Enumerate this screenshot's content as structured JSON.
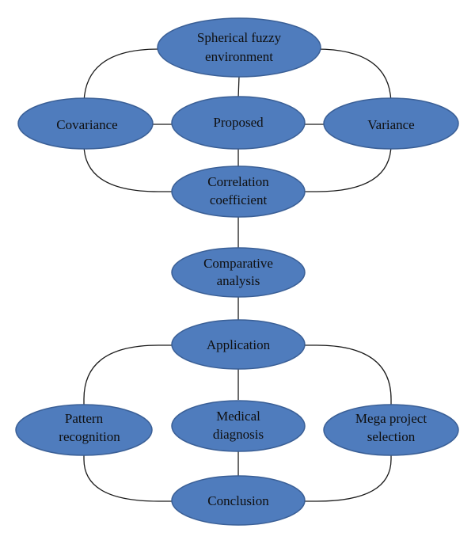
{
  "nodes": {
    "spherical_fuzzy": {
      "line1": "Spherical fuzzy",
      "line2": "environment"
    },
    "covariance": {
      "line1": "Covariance"
    },
    "proposed": {
      "line1": "Proposed"
    },
    "variance": {
      "line1": "Variance"
    },
    "correlation": {
      "line1": "Correlation",
      "line2": "coefficient"
    },
    "comparative": {
      "line1": "Comparative",
      "line2": "analysis"
    },
    "application": {
      "line1": "Application"
    },
    "pattern": {
      "line1": "Pattern",
      "line2": "recognition"
    },
    "medical": {
      "line1": "Medical",
      "line2": "diagnosis"
    },
    "mega_project": {
      "line1": "Mega project",
      "line2": "selection"
    },
    "conclusion": {
      "line1": "Conclusion"
    }
  },
  "colors": {
    "node_fill": "#4f7cbd",
    "node_stroke": "#3a5f96",
    "connector": "#1a1a1a",
    "text": "#0f0f0f"
  }
}
